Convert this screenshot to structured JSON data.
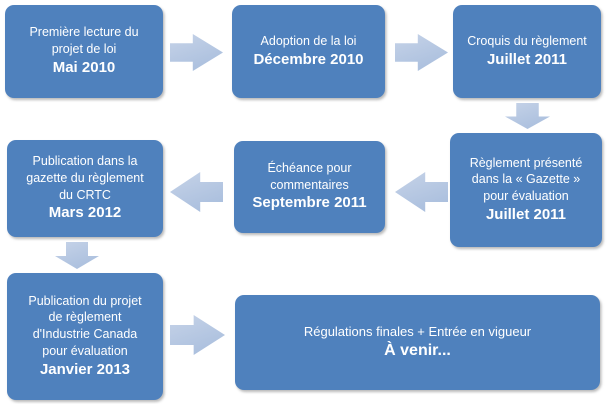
{
  "colors": {
    "background": "#ffffff",
    "box_fill": "#4f81bd",
    "arrow_fill_light": "#c6d3e8",
    "arrow_fill_dark": "#a6bcdc",
    "text": "#ffffff"
  },
  "steps": [
    {
      "lines": [
        "Première lecture du",
        "projet de loi"
      ],
      "date": "Mai 2010"
    },
    {
      "lines": [
        "Adoption  de la loi"
      ],
      "date": "Décembre 2010"
    },
    {
      "lines": [
        "Croquis du règlement"
      ],
      "date": "Juillet 2011"
    },
    {
      "lines": [
        "Règlement présenté",
        "dans la « Gazette »",
        "pour évaluation"
      ],
      "date": "Juillet 2011"
    },
    {
      "lines": [
        "Échéance pour",
        "commentaires"
      ],
      "date": "Septembre 2011"
    },
    {
      "lines": [
        "Publication dans la",
        "gazette du règlement",
        "du CRTC"
      ],
      "date": "Mars 2012"
    },
    {
      "lines": [
        "Publication du projet",
        "de règlement",
        "d'Industrie Canada",
        "pour évaluation"
      ],
      "date": "Janvier 2013"
    },
    {
      "lines": [
        "Régulations finales + Entrée en vigueur"
      ],
      "date": "À venir..."
    }
  ],
  "arrows": [
    {
      "direction": "right"
    },
    {
      "direction": "right"
    },
    {
      "direction": "down"
    },
    {
      "direction": "left"
    },
    {
      "direction": "left"
    },
    {
      "direction": "down"
    },
    {
      "direction": "right"
    }
  ]
}
